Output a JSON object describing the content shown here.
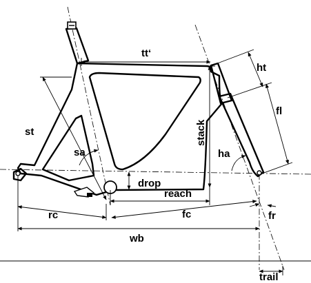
{
  "labels": {
    "tt": "tt‘",
    "ht": "ht",
    "fl": "fl",
    "st": "st",
    "sa": "sa",
    "stack": "stack",
    "ha": "ha",
    "drop": "drop",
    "reach": "reach",
    "rc": "rc",
    "fc": "fc",
    "fr": "fr",
    "wb": "wb",
    "trail": "trail"
  },
  "colors": {
    "line": "#000000",
    "background": "#ffffff"
  }
}
